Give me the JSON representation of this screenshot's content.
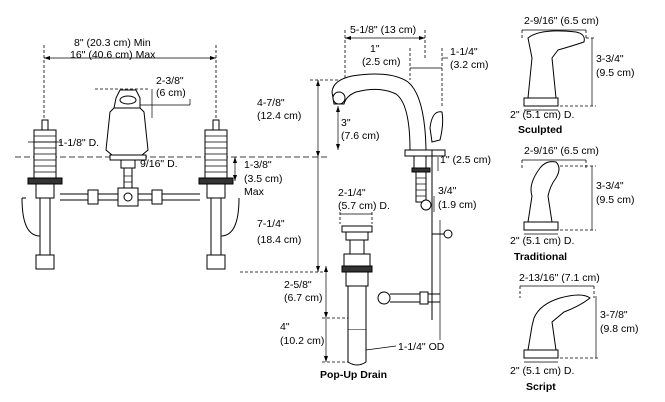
{
  "dimensions": {
    "spread_top": "8\" (20.3 cm) Min",
    "spread_bottom": "16\" (40.6 cm) Max",
    "spout_height_in": "2-3/8\"",
    "spout_height_cm": "(6 cm)",
    "handle_shank": "1-1/8\" D.",
    "spout_shank": "9/16\" D.",
    "shank_length_in": "1-3/8\"",
    "shank_length_cm": "(3.5 cm)",
    "shank_length_note": "Max",
    "total_height_in": "4-7/8\"",
    "total_height_cm": "(12.4 cm)",
    "below_deck_in": "7-1/4\"",
    "below_deck_cm": "(18.4 cm)",
    "reach": "5-1/8\" (13 cm)",
    "spout_offset_in": "1\"",
    "spout_offset_cm": "(2.5 cm)",
    "spout_tip_in": "1-1/4\"",
    "spout_tip_cm": "(3.2 cm)",
    "spout_clearance_in": "3\"",
    "spout_clearance_cm": "(7.6 cm)",
    "deck_clearance": "1\" (2.5 cm)",
    "rod_in": "3/4\"",
    "rod_cm": "(1.9 cm)",
    "drain_flange_in": "2-1/4\"",
    "drain_flange_cm": "(5.7 cm) D.",
    "drain_body_in": "2-5/8\"",
    "drain_body_cm": "(6.7 cm)",
    "tailpiece_in": "4\"",
    "tailpiece_cm": "(10.2 cm)",
    "tailpiece_od": "1-1/4\" OD",
    "drain_title": "Pop-Up Drain"
  },
  "handles": [
    {
      "width": "2-9/16\" (6.5 cm)",
      "height_in": "3-3/4\"",
      "height_cm": "(9.5 cm)",
      "base": "2\" (5.1 cm) D.",
      "name": "Sculpted"
    },
    {
      "width": "2-9/16\" (6.5 cm)",
      "height_in": "3-3/4\"",
      "height_cm": "(9.5 cm)",
      "base": "2\" (5.1 cm) D.",
      "name": "Traditional"
    },
    {
      "width": "2-13/16\" (7.1 cm)",
      "height_in": "3-7/8\"",
      "height_cm": "(9.8 cm)",
      "base": "2\" (5.1 cm) D.",
      "name": "Script"
    }
  ]
}
